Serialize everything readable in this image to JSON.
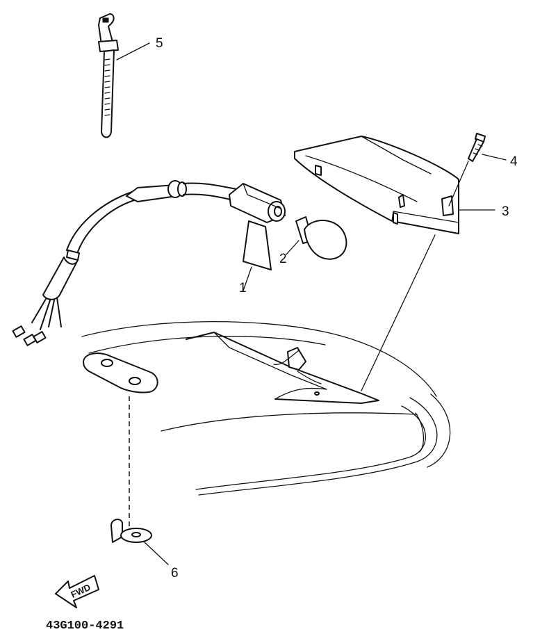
{
  "callouts": [
    {
      "id": "1",
      "label": "1"
    },
    {
      "id": "2",
      "label": "2"
    },
    {
      "id": "3",
      "label": "3"
    },
    {
      "id": "4",
      "label": "4"
    },
    {
      "id": "5",
      "label": "5"
    },
    {
      "id": "6",
      "label": "6"
    }
  ],
  "direction_arrow": {
    "label": "FWD"
  },
  "diagram_code": "43G100-4291"
}
